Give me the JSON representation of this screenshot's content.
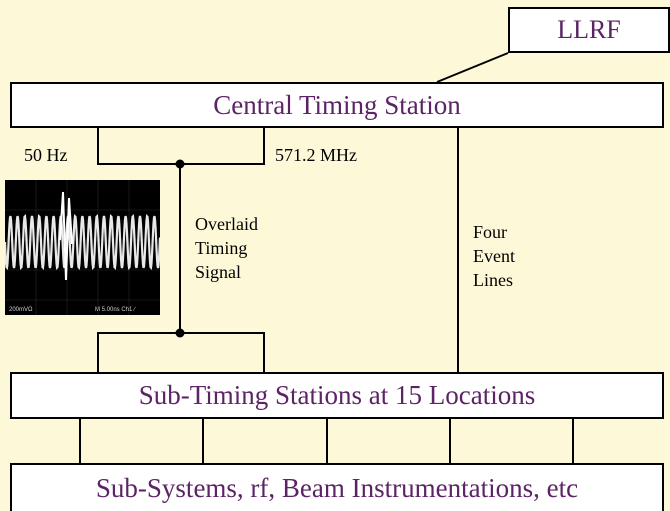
{
  "llrf": "LLRF",
  "central": "Central Timing Station",
  "sub_timing": "Sub-Timing Stations at 15 Locations",
  "sub_systems": "Sub-Systems, rf, Beam Instrumentations, etc",
  "freq_left": "50 Hz",
  "freq_right": "571.2 MHz",
  "overlaid": [
    "Overlaid",
    "Timing",
    "Signal"
  ],
  "events": [
    "Four",
    "Event",
    "Lines"
  ],
  "scope": {
    "left_readout": "200mVΩ",
    "right_readout": "M 5.00ns  Ch1 ∕"
  },
  "colors": {
    "background": "#fdf9d8",
    "box_text": "#5c2466",
    "waveform": "#e8e8e8"
  }
}
